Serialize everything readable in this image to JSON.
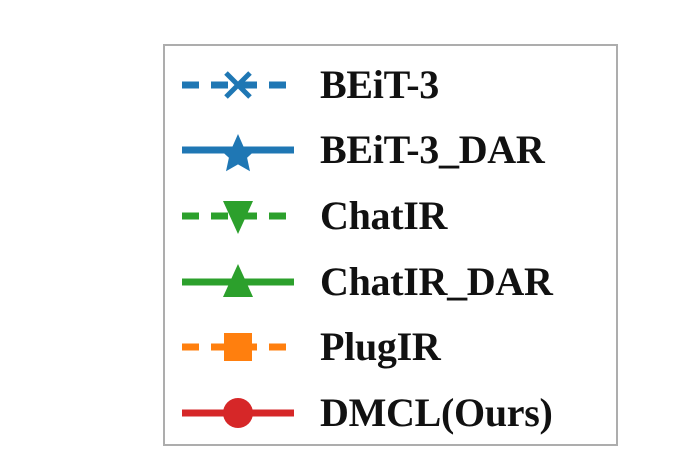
{
  "chart_data": {
    "type": "line",
    "title": "",
    "xlabel": "",
    "ylabel": "",
    "legend_position": "center",
    "grid": false,
    "note": "Figure shows only the legend key box; no plotted data points, axes or tick labels are visible.",
    "series": [
      {
        "name": "BEiT-3",
        "color": "#1f77b4",
        "linestyle": "dashed",
        "marker": "x"
      },
      {
        "name": "BEiT-3_DAR",
        "color": "#1f77b4",
        "linestyle": "solid",
        "marker": "star"
      },
      {
        "name": "ChatIR",
        "color": "#2ca02c",
        "linestyle": "dashed",
        "marker": "triangle-down"
      },
      {
        "name": "ChatIR_DAR",
        "color": "#2ca02c",
        "linestyle": "solid",
        "marker": "triangle-up"
      },
      {
        "name": "PlugIR",
        "color": "#ff7f0e",
        "linestyle": "dashed",
        "marker": "square"
      },
      {
        "name": "DMCL(Ours)",
        "color": "#d62728",
        "linestyle": "solid",
        "marker": "circle"
      }
    ]
  },
  "legend": {
    "border_color": "#adadad",
    "background_color": "#ffffff",
    "entries": [
      {
        "label": "BEiT-3",
        "color": "#1f77b4",
        "marker": "x-marker",
        "linestyle": "dashed"
      },
      {
        "label": "BEiT-3_DAR",
        "color": "#1f77b4",
        "marker": "star-marker",
        "linestyle": "solid"
      },
      {
        "label": "ChatIR",
        "color": "#2ca02c",
        "marker": "triangle-down-marker",
        "linestyle": "dashed"
      },
      {
        "label": "ChatIR_DAR",
        "color": "#2ca02c",
        "marker": "triangle-up-marker",
        "linestyle": "solid"
      },
      {
        "label": "PlugIR",
        "color": "#ff7f0e",
        "marker": "square-marker",
        "linestyle": "dashed"
      },
      {
        "label": "DMCL(Ours)",
        "color": "#d62728",
        "marker": "circle-marker",
        "linestyle": "solid"
      }
    ]
  }
}
